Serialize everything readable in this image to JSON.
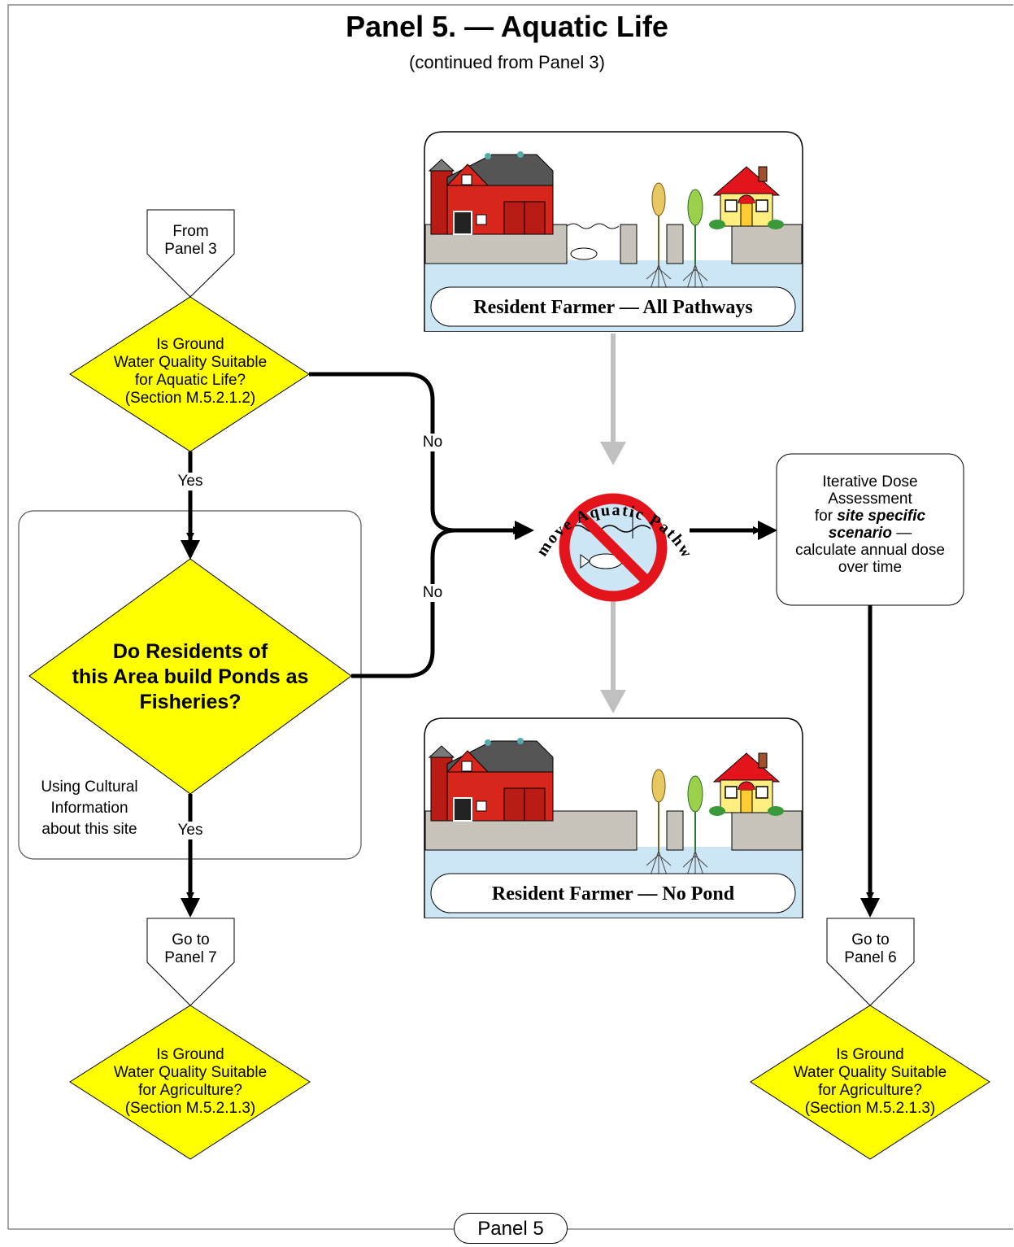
{
  "header": {
    "title": "Panel 5. — Aquatic Life",
    "subtitle": "(continued from Panel 3)"
  },
  "nodes": {
    "from_panel": {
      "line1": "From",
      "line2": "Panel 3"
    },
    "decision_ground_water": {
      "line1": "Is Ground",
      "line2": "Water Quality Suitable",
      "line3": "for Aquatic Life?",
      "line4": "(Section M.5.2.1.2)"
    },
    "decision_ponds": {
      "line1": "Do Residents of",
      "line2": "this Area build Ponds as",
      "line3": "Fisheries?"
    },
    "cultural_note": {
      "line1": "Using Cultural",
      "line2": "Information",
      "line3": "about this site"
    },
    "go_to_panel_7": {
      "line1": "Go to",
      "line2": "Panel 7"
    },
    "decision_agriculture_left": {
      "line1": "Is Ground",
      "line2": "Water Quality Suitable",
      "line3": "for Agriculture?",
      "line4": "(Section M.5.2.1.3)"
    },
    "scenario_all_pathways": {
      "label": "Resident Farmer — All Pathways"
    },
    "scenario_no_pond": {
      "label": "Resident Farmer — No Pond"
    },
    "remove_pathway": {
      "label": "Remove Aquatic Pathway"
    },
    "dose_assessment": {
      "line1": "Iterative Dose",
      "line2": "Assessment",
      "line3_prefix": "for ",
      "line3_emph": "site specific",
      "line4_emph": "scenario",
      "line4_suffix": " —",
      "line5": "calculate annual dose",
      "line6": "over time"
    },
    "go_to_panel_6": {
      "line1": "Go to",
      "line2": "Panel 6"
    },
    "decision_agriculture_right": {
      "line1": "Is Ground",
      "line2": "Water Quality Suitable",
      "line3": "for Agriculture?",
      "line4": "(Section M.5.2.1.3)"
    }
  },
  "edges": {
    "no_upper": "No",
    "no_lower": "No",
    "yes_upper": "Yes",
    "yes_lower": "Yes"
  },
  "footer": {
    "label": "Panel 5"
  },
  "colors": {
    "decision_fill": "#ffff00",
    "water_fill": "#cce6f5",
    "prohibit_red": "#e3141b",
    "gray_arrow": "#c0c0c0",
    "barn_red": "#d8261c",
    "house_yellow": "#ffee80"
  }
}
